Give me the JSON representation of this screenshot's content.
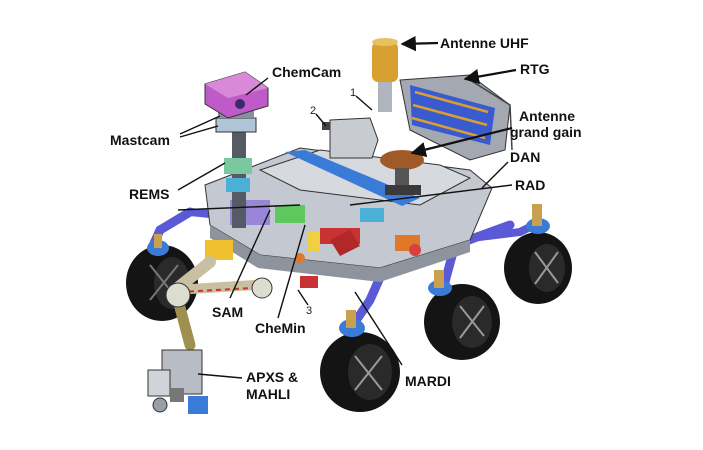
{
  "labels": {
    "antenne_uhf": "Antenne UHF",
    "rtg": "RTG",
    "chemcam": "ChemCam",
    "mastcam": "Mastcam",
    "antenne_grand_gain_line1": "Antenne",
    "antenne_grand_gain_line2": "grand gain",
    "dan": "DAN",
    "rad": "RAD",
    "rems": "REMS",
    "sam": "SAM",
    "chemin": "CheMin",
    "mardi": "MARDI",
    "apxs_line1": "APXS &",
    "apxs_line2": "MAHLI"
  },
  "numbers": {
    "n1": "1",
    "n2": "2",
    "n3": "3"
  },
  "colors": {
    "arm_purple": "#5a5ad6",
    "wheel_black": "#141414",
    "chemcam_magenta": "#c05ac8",
    "deck_gray": "#b8bcc4",
    "deck_blue": "#3a7bd8",
    "rtg_gold": "#d8a030",
    "hga_copper": "#a05a28",
    "accent_red": "#c83232"
  }
}
